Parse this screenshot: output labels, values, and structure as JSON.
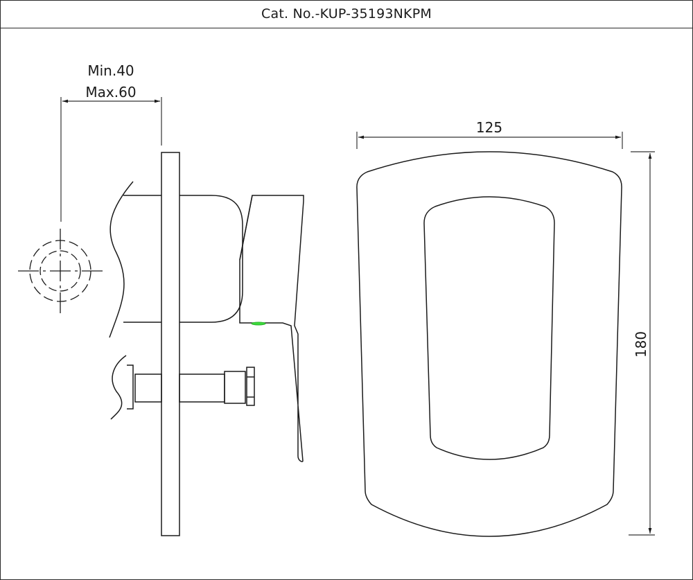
{
  "title_block": {
    "catalog_number": "Cat. No.-KUP-35193NKPM"
  },
  "side_view": {
    "wall_depth_dimension": {
      "min_label": "Min.40",
      "max_label": "Max.60"
    }
  },
  "front_view": {
    "width_dimension": {
      "label": "125"
    },
    "height_dimension": {
      "label": "180"
    }
  },
  "colors": {
    "line": "#1a1a1a",
    "dim_line": "#333333",
    "accent_marker": "#3ddc3d",
    "background": "#ffffff"
  }
}
